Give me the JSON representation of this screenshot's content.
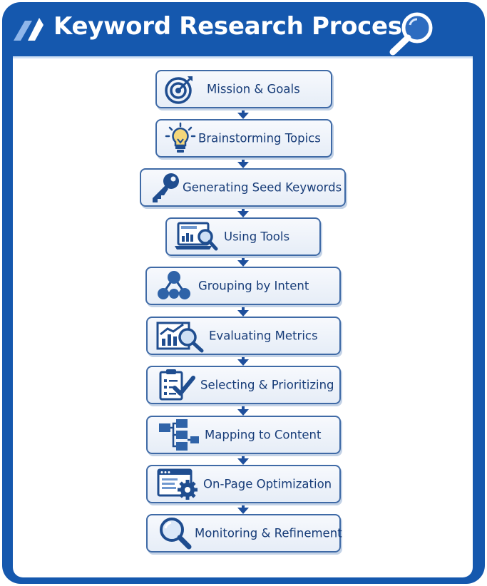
{
  "title": "Keyword Research Process",
  "colors": {
    "frame": "#1558ae",
    "box_border": "#3f6aa6",
    "text": "#173c78",
    "icon": "#1f4d8f",
    "arrow": "#1e4f9c"
  },
  "steps": [
    {
      "label": "Mission & Goals",
      "icon": "target-icon"
    },
    {
      "label": "Brainstorming Topics",
      "icon": "lightbulb-icon"
    },
    {
      "label": "Generating Seed Keywords",
      "icon": "key-icon"
    },
    {
      "label": "Using Tools",
      "icon": "laptop-search-icon"
    },
    {
      "label": "Grouping by Intent",
      "icon": "network-nodes-icon"
    },
    {
      "label": "Evaluating Metrics",
      "icon": "chart-magnifier-icon"
    },
    {
      "label": "Selecting & Prioritizing",
      "icon": "clipboard-check-icon"
    },
    {
      "label": "Mapping to Content",
      "icon": "flowchart-icon"
    },
    {
      "label": "On-Page Optimization",
      "icon": "webpage-gear-icon"
    },
    {
      "label": "Monitoring & Refinement",
      "icon": "magnifier-icon"
    }
  ]
}
